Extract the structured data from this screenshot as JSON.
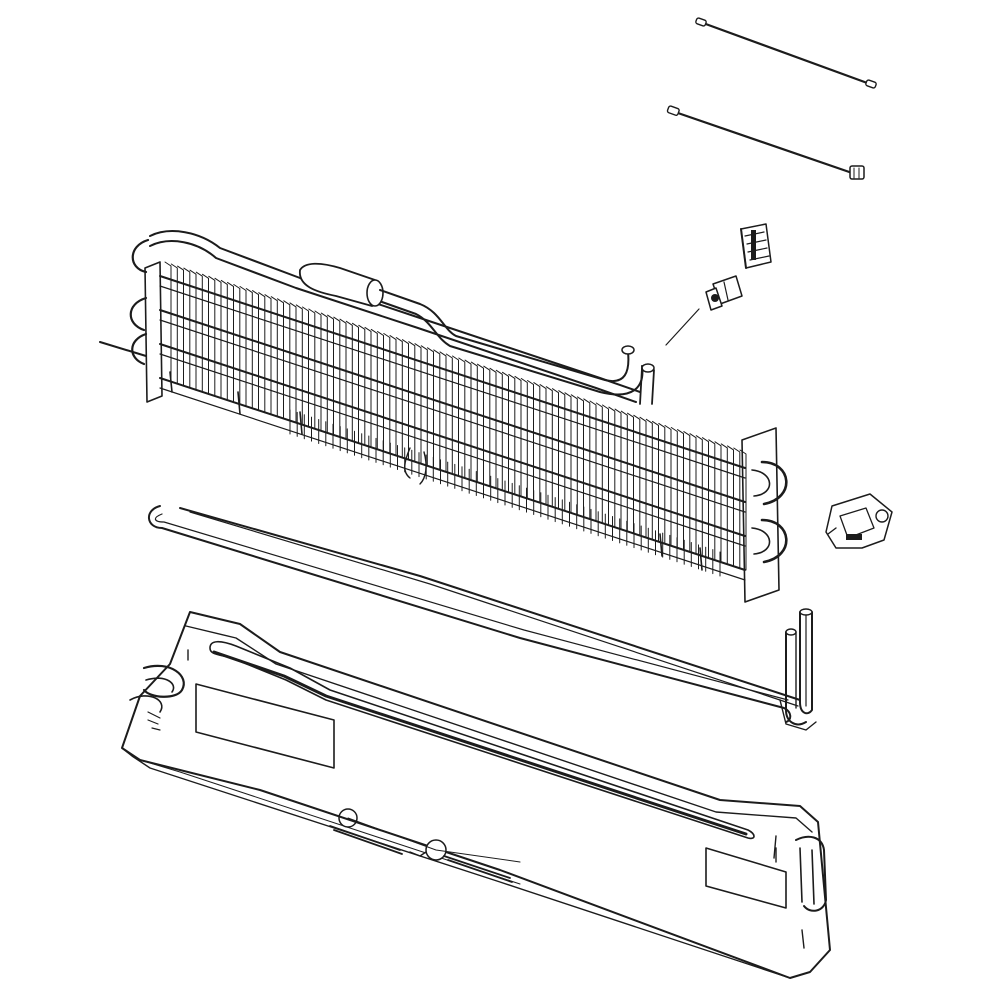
{
  "diagram": {
    "type": "exploded-parts-view",
    "line_color": "#1c1c1c",
    "background": "#ffffff",
    "parts": [
      {
        "id": "wire-harness-short",
        "icon": "wire-harness-icon"
      },
      {
        "id": "wire-harness-with-connector",
        "icon": "wire-harness-icon"
      },
      {
        "id": "thermal-fuse-clip",
        "icon": "clip-icon"
      },
      {
        "id": "defrost-thermostat",
        "icon": "thermostat-icon"
      },
      {
        "id": "evaporator-coil",
        "icon": "evaporator-icon"
      },
      {
        "id": "defrost-heater",
        "icon": "heater-element-icon"
      },
      {
        "id": "terminal-bracket",
        "icon": "bracket-icon"
      },
      {
        "id": "drain-pan",
        "icon": "drain-pan-icon"
      }
    ]
  }
}
